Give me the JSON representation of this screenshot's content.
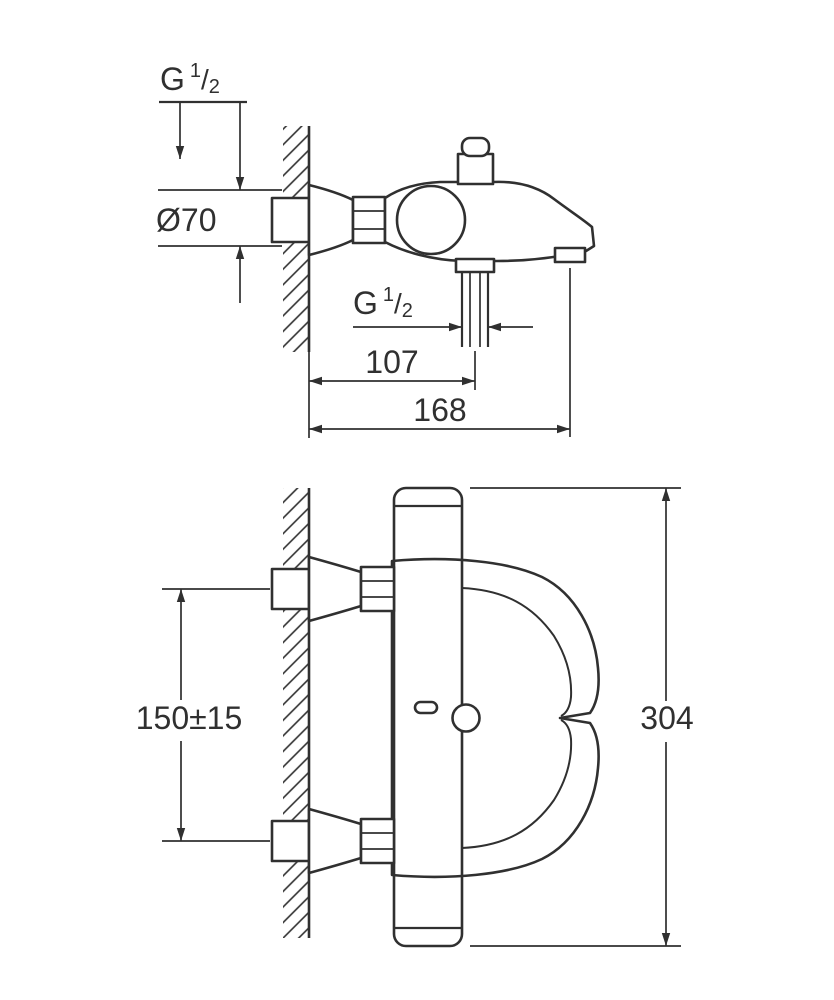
{
  "drawing": {
    "kind": "faucet-installation-dimension-drawing",
    "background": "#ffffff",
    "line_color": "#303030",
    "side_view": {
      "wall_thread": {
        "prefix": "G",
        "numerator": "1",
        "separator": "/",
        "denominator": "2"
      },
      "escutcheon_diameter_label": "Ø70",
      "hose_thread": {
        "prefix": "G",
        "numerator": "1",
        "separator": "/",
        "denominator": "2"
      },
      "wall_to_hose_distance": "107",
      "wall_to_spout_distance": "168"
    },
    "front_view": {
      "inlet_spacing": "150±15",
      "overall_height": "304"
    }
  }
}
